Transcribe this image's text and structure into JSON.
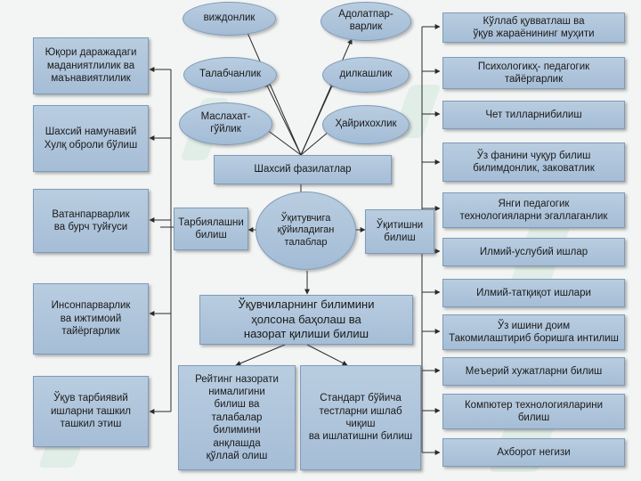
{
  "center": {
    "label": "Ўқитувчига\nқўйиладиган\nталаблар"
  },
  "personal_qualities": {
    "label": "Шахсий фазилатлар",
    "items": [
      {
        "label": "виждонлик"
      },
      {
        "label": "Адолатпар-\nварлик"
      },
      {
        "label": "Талабчанлик"
      },
      {
        "label": "дилкашлик"
      },
      {
        "label": "Маслахат-\nгўйлик"
      },
      {
        "label": "Ҳайрихохлик"
      }
    ]
  },
  "upbringing": {
    "label": "Тарбиялашни\nбилиш",
    "items": [
      {
        "label": "Юқори даражадаги\nмаданиятлилик ва\nмаънавиятлилик"
      },
      {
        "label": "Шахсий намунавий\nХулқ оброли бўлиш"
      },
      {
        "label": "Ватанпарварлик\nва бурч туйғуси"
      },
      {
        "label": "Инсонпарварлик\nва ижтимоий\nтайёргарлик"
      },
      {
        "label": "Ўқув тарбиявий\nишларни ташкил\nташкил этиш"
      }
    ]
  },
  "teaching": {
    "label": "Ўқитишни\nбилиш",
    "items": [
      {
        "label": "Кўллаб қувватлаш ва\nўқув жараёнининг муҳити"
      },
      {
        "label": "Психологикҳ- педагогик\nтайёргарлик"
      },
      {
        "label": "Чет тилларнибилиш"
      },
      {
        "label": "Ўз фанини чуқур билиш\nбилимдонлик, заковатлик"
      },
      {
        "label": "Янги педагогик\nтехнологияларни эгаллаганлик"
      },
      {
        "label": "Илмий-услубий ишлар"
      },
      {
        "label": "Илмий-татқиқот ишлари"
      },
      {
        "label": "Ўз ишини доим\nТакомилаштириб боришга интилиш"
      },
      {
        "label": "Меъерий хужатларни билиш"
      },
      {
        "label": "Компютер технологияларини\nбилиш"
      },
      {
        "label": "Ахборот негизи"
      }
    ]
  },
  "assessment": {
    "label": "Ўқувчиларнинг билимини\nҳолсона баҳолаш ва\nназорат қилиши билиш",
    "items": [
      {
        "label": "Рейтинг назорати\nнималигини\nбилиш ва\nталабалар\nбилимини\nанқлашда\nқўллай олиш"
      },
      {
        "label": "Стандарт бўйича\nтестларни ишлаб\nчиқиш\nва ишлатишни билиш"
      }
    ]
  }
}
